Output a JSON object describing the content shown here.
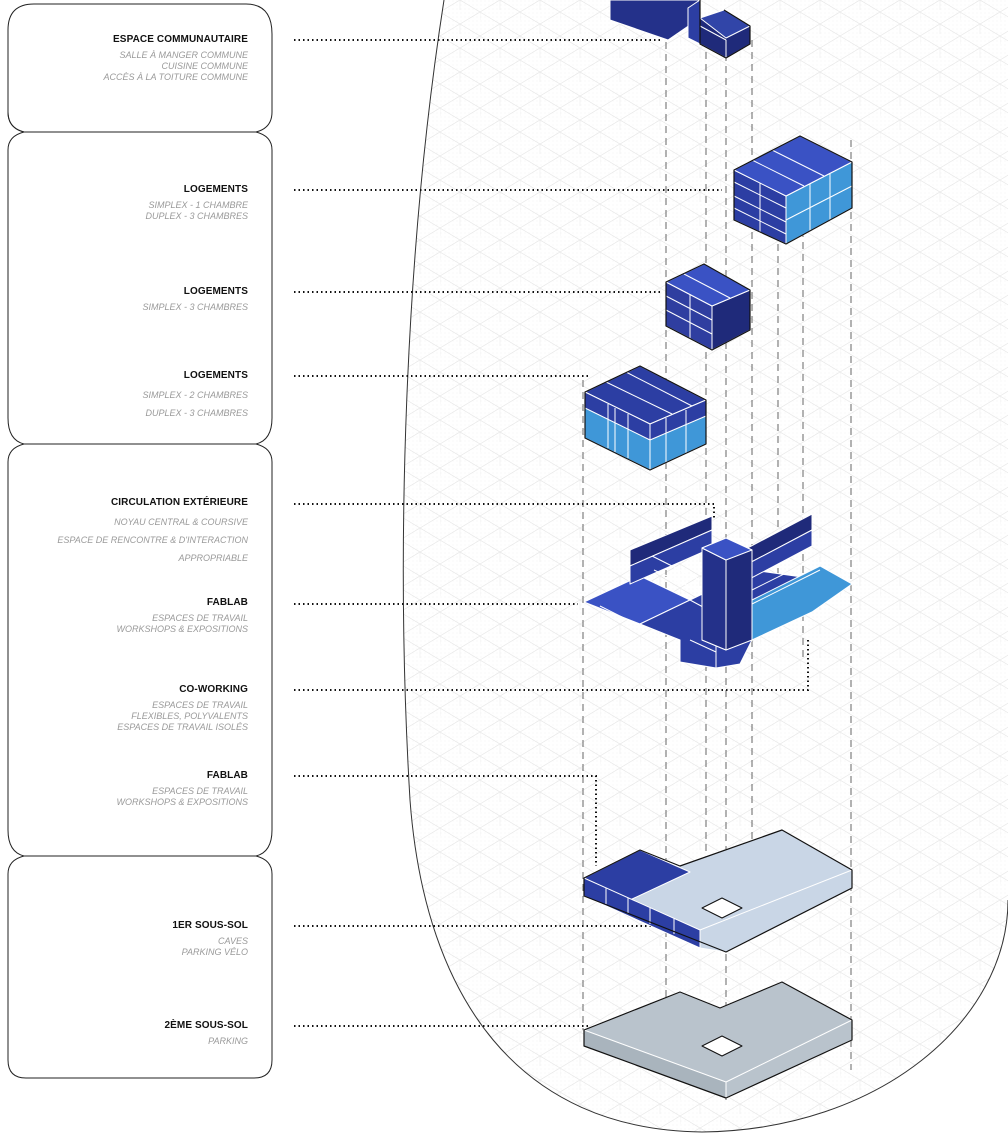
{
  "labels": [
    {
      "title": "ESPACE COMMUNAUTAIRE",
      "lines": [
        "SALLE À MANGER COMMUNE",
        "CUISINE COMMUNE",
        "ACCÈS À LA TOITURE COMMUNE"
      ]
    },
    {
      "title": "LOGEMENTS",
      "lines": [
        "SIMPLEX - 1 CHAMBRE",
        "DUPLEX - 3 CHAMBRES"
      ]
    },
    {
      "title": "LOGEMENTS",
      "lines": [
        "SIMPLEX - 3 CHAMBRES"
      ]
    },
    {
      "title": "LOGEMENTS",
      "lines": [
        "SIMPLEX - 2 CHAMBRES",
        "DUPLEX - 3 CHAMBRES"
      ]
    },
    {
      "title": "CIRCULATION EXTÉRIEURE",
      "lines": [
        "NOYAU CENTRAL & COURSIVE",
        "ESPACE DE RENCONTRE & D'INTERACTION",
        "APPROPRIABLE"
      ]
    },
    {
      "title": "FABLAB",
      "lines": [
        "ESPACES DE TRAVAIL",
        "WORKSHOPS & EXPOSITIONS"
      ]
    },
    {
      "title": "CO-WORKING",
      "lines": [
        "ESPACES DE TRAVAIL",
        "FLEXIBLES, POLYVALENTS",
        "ESPACES DE TRAVAIL ISOLÉS"
      ]
    },
    {
      "title": "FABLAB",
      "lines": [
        "ESPACES DE TRAVAIL",
        "WORKSHOPS & EXPOSITIONS"
      ]
    },
    {
      "title": "1ER SOUS-SOL",
      "lines": [
        "CAVES",
        "PARKING VÉLO"
      ]
    },
    {
      "title": "2ÈME SOUS-SOL",
      "lines": [
        "PARKING"
      ]
    }
  ],
  "colors": {
    "navy": "#1f2a7a",
    "royal": "#2c3ea3",
    "blue": "#3a52c4",
    "sky": "#3f97d8",
    "pale": "#c9d6e6",
    "grey": "#b9c3cc",
    "outline": "#111111"
  }
}
